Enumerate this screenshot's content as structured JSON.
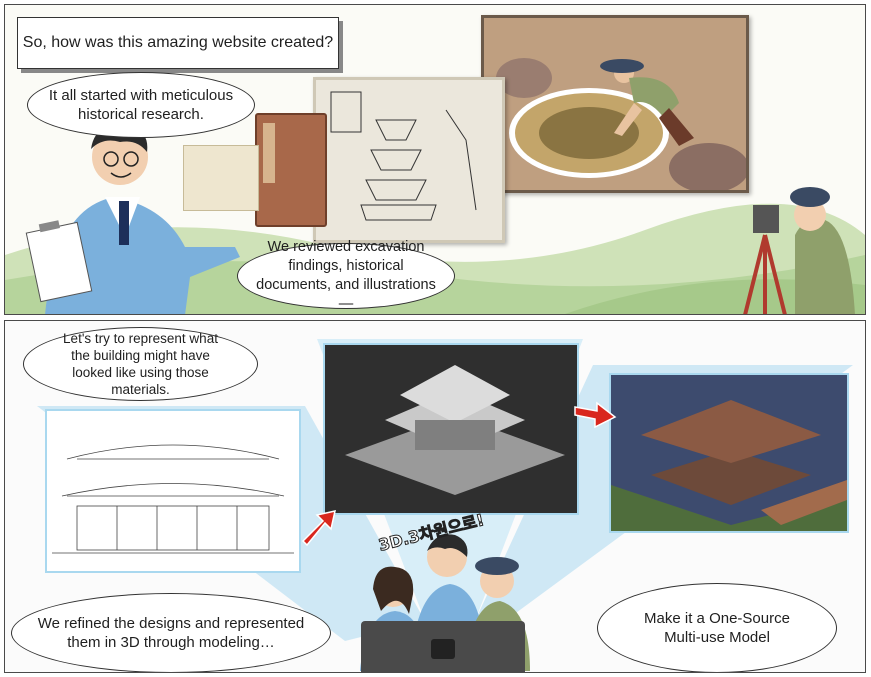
{
  "top": {
    "caption": "So, how was this amazing website created?",
    "bubble_research": "It all started with meticulous historical research.",
    "bubble_reviewed": "We reviewed excavation findings, historical documents, and illustrations—"
  },
  "bottom": {
    "bubble_represent": "Let's try to represent what the building might have looked like using those materials.",
    "bubble_refined": "We refined the designs and represented them in 3D through modeling…",
    "bubble_onesource": "Make it a One-Source Multi-use Model",
    "exclaim": "3D.3차원으로!"
  },
  "colors": {
    "frame": "#4a4a4a",
    "panel_bg_top": "#fbfbf6",
    "blue_glow": "#a9d8ef",
    "arrow_red": "#d9271e",
    "suit_blue": "#7bb0dc",
    "hat_navy": "#3a4a63"
  },
  "icons": [
    "clipboard-icon",
    "camera-icon",
    "red-arrow-icon",
    "surveyor-tripod-icon"
  ]
}
